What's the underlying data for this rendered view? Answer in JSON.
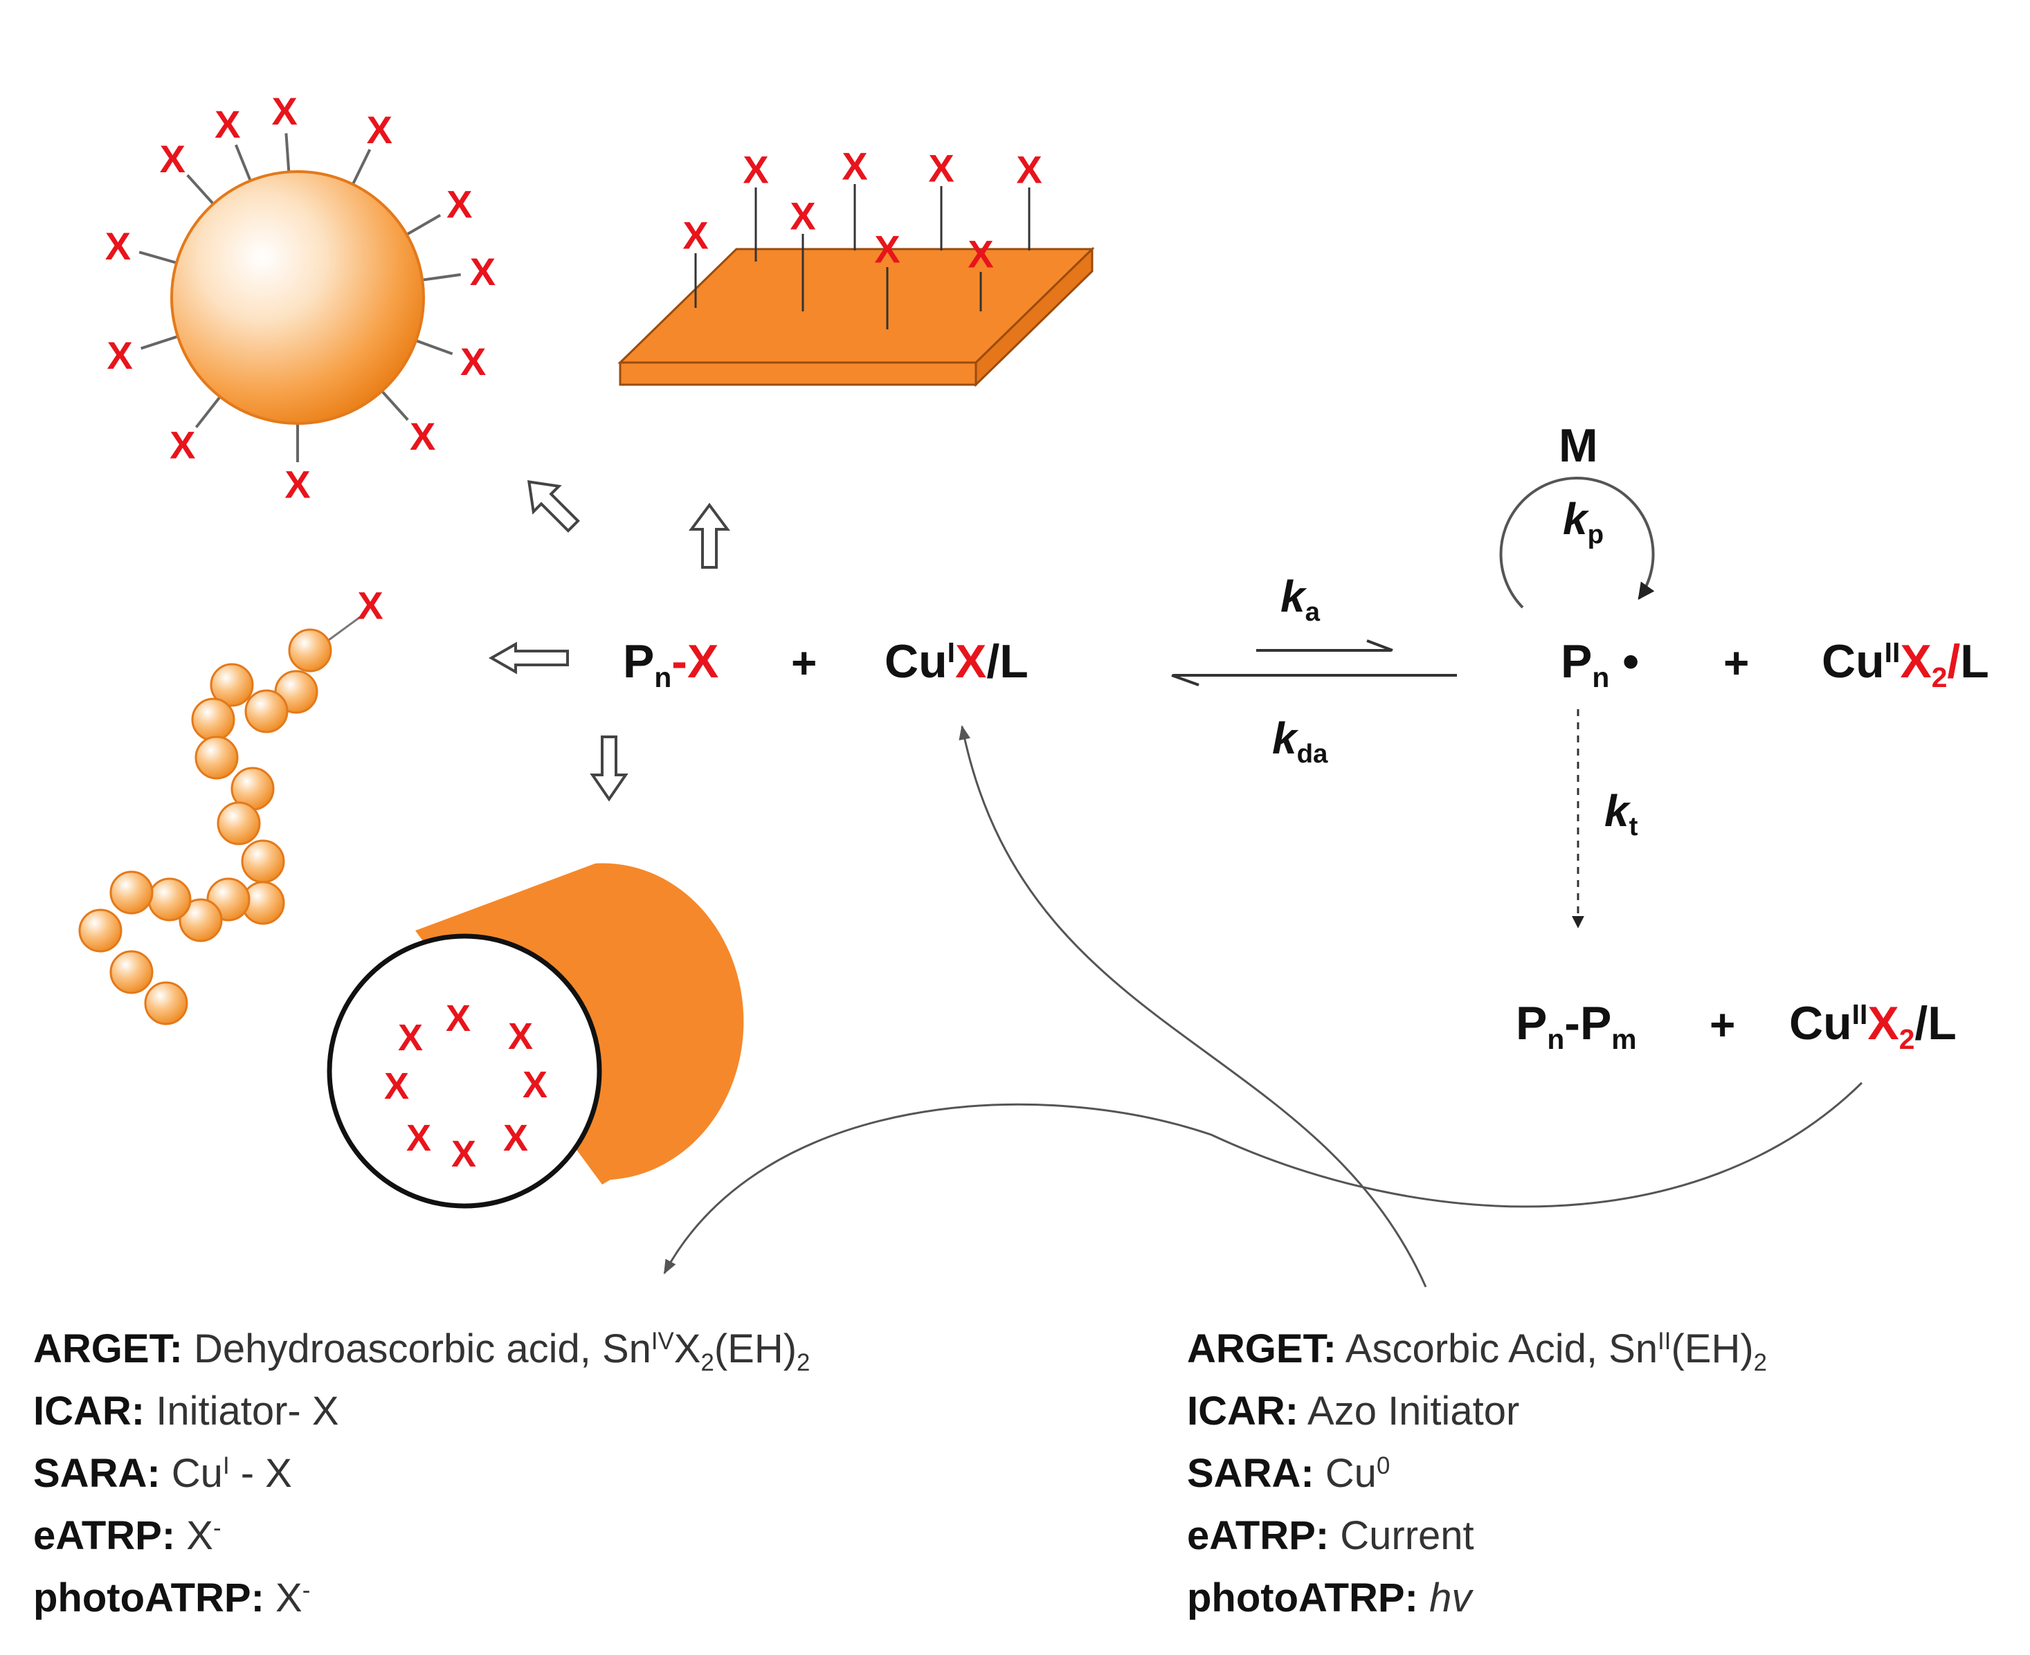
{
  "reaction": {
    "dormant_P": "P",
    "dormant_n": "n",
    "dormant_dash": "-",
    "dormant_X": "X",
    "plus": "+",
    "activator_Cu": "Cu",
    "activator_ox": "I",
    "activator_X": "X",
    "activator_L": "/L",
    "k_a_symbol": "k",
    "k_a_sub": "a",
    "k_da_symbol": "k",
    "k_da_sub": "da",
    "radical_P": "P",
    "radical_n": "n",
    "radical_dot": "•",
    "deactivator_Cu": "Cu",
    "deactivator_ox": "II",
    "deactivator_X2": "X",
    "deactivator_2": "2",
    "deactivator_L": "/L",
    "monomer": "M",
    "k_p_symbol": "k",
    "k_p_sub": "p",
    "k_t_symbol": "k",
    "k_t_sub": "t",
    "dead_Pn": "P",
    "dead_n": "n",
    "dead_dash": "-",
    "dead_Pm": "P",
    "dead_m": "m"
  },
  "initiator_mark": "X",
  "left_list": [
    {
      "label": "ARGET:",
      "text": " Dehydroascorbic acid, Sn",
      "sup": "IV",
      "text2": "X",
      "sub": "2",
      "text3": "(EH)",
      "sub2": "2"
    },
    {
      "label": "ICAR:",
      "text": " Initiator- X"
    },
    {
      "label": "SARA:",
      "text": " Cu",
      "sup": "I",
      "text2": " - X"
    },
    {
      "label": "eATRP:",
      "text": " X",
      "sup": "-"
    },
    {
      "label": "photoATRP:",
      "text": " X",
      "sup": "-"
    }
  ],
  "right_list": [
    {
      "label": "ARGET:",
      "text": " Ascorbic Acid, Sn",
      "sup": "II",
      "text2": "(EH)",
      "sub": "2"
    },
    {
      "label": "ICAR:",
      "text": " Azo Initiator"
    },
    {
      "label": "SARA:",
      "text": " Cu",
      "sup": "0"
    },
    {
      "label": "eATRP:",
      "text": " Current"
    },
    {
      "label": "photoATRP:",
      "text": " ",
      "italic": "hv"
    }
  ],
  "colors": {
    "orange": "#f5882a",
    "red_label": "#e8141c",
    "line": "#555555"
  }
}
